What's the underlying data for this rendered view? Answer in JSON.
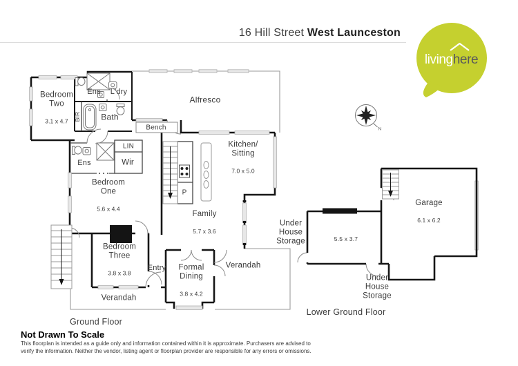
{
  "header": {
    "title_regular": "16 Hill Street ",
    "title_bold": "West Launceston"
  },
  "logo": {
    "living": "living",
    "here": "here",
    "brand_color": "#c5d02f"
  },
  "compass": {
    "north_label": "N"
  },
  "ground_floor": {
    "floor_label": "Ground Floor",
    "rooms": {
      "bedroom_two": {
        "name": "Bedroom\nTwo",
        "dim": "3.1 x 4.7"
      },
      "ens_top": {
        "name": "Ens"
      },
      "ldry": {
        "name": "L'dry"
      },
      "bir": {
        "name": "BIR"
      },
      "bath": {
        "name": "Bath"
      },
      "alfresco": {
        "name": "Alfresco"
      },
      "bench": {
        "name": "Bench"
      },
      "ens_mid": {
        "name": "Ens"
      },
      "lin": {
        "name": "LIN"
      },
      "wir": {
        "name": "Wir"
      },
      "bedroom_one": {
        "name": "Bedroom\nOne",
        "dim": "5.6 x 4.4"
      },
      "kitchen_sitting": {
        "name": "Kitchen/\nSitting",
        "dim": "7.0 x 5.0"
      },
      "pantry": {
        "name": "P"
      },
      "family": {
        "name": "Family",
        "dim": "5.7 x 3.6"
      },
      "bedroom_three": {
        "name": "Bedroom\nThree",
        "dim": "3.8 x 3.8"
      },
      "entry": {
        "name": "Entry"
      },
      "formal_dining": {
        "name": "Formal\nDining",
        "dim": "3.8 x 4.2"
      },
      "verandah_right": {
        "name": "Verandah"
      },
      "verandah_bottom": {
        "name": "Verandah"
      }
    }
  },
  "lower_ground_floor": {
    "floor_label": "Lower Ground Floor",
    "rooms": {
      "under_house_storage_left": {
        "name": "Under\nHouse\nStorage",
        "dim": "5.5 x 3.7"
      },
      "garage": {
        "name": "Garage",
        "dim": "6.1 x 6.2"
      },
      "under_house_storage_bottom": {
        "name": "Under\nHouse\nStorage"
      }
    }
  },
  "footer": {
    "heading": "Not Drawn To Scale",
    "disclaimer": "This floorplan is intended as a guide only and information contained within it is approximate. Purchasers are advised to\nverify the information. Neither the vendor, listing agent or floorplan provider are responsible for any errors or omissions."
  }
}
